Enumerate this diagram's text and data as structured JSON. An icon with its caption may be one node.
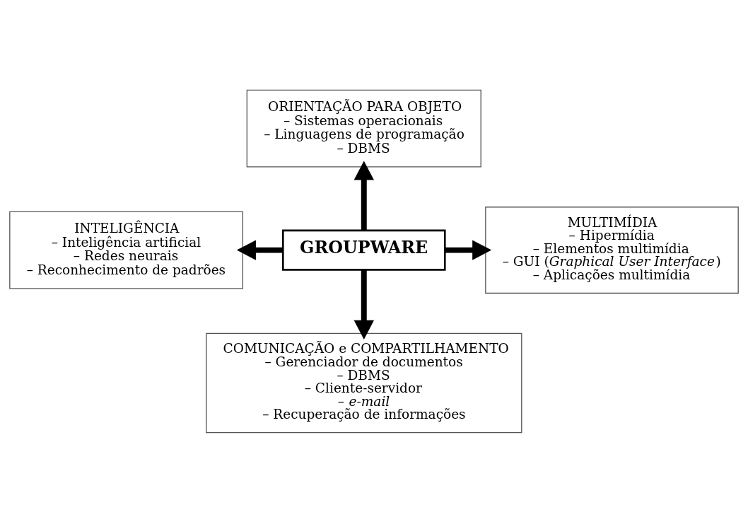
{
  "diagram": {
    "nodes": [
      {
        "text": [
          "GROUPWARE"
        ]
      },
      {
        "text": [
          "ORIENTAÇÃO PARA OBJETO",
          "– Sistemas operacionais",
          "– Linguagens de programação",
          "– DBMS"
        ]
      },
      {
        "text": [
          "INTELIGÊNCIA",
          "– Inteligência artificial",
          "– Redes neurais",
          "– Reconhecimento de padrões"
        ]
      },
      {
        "text": [
          "MULTIMÍDIA",
          "– Hipermídia",
          "– Elementos multimídia",
          "– GUI (*Graphical User Interface*)",
          "– Aplicações multimídia"
        ]
      },
      {
        "text": [
          "COMUNICAÇÃO e COMPARTILHAMENTO",
          "– Gerenciador de documentos",
          "– DBMS",
          "– Cliente-servidor",
          "– *e-mail*",
          "– Recuperação de informações"
        ]
      }
    ],
    "edges": [
      {
        "from": 0,
        "to": 1,
        "arrow": "to"
      },
      {
        "from": 0,
        "to": 2,
        "arrow": "to"
      },
      {
        "from": 0,
        "to": 3,
        "arrow": "to"
      },
      {
        "from": 0,
        "to": 4,
        "arrow": "to"
      }
    ]
  }
}
